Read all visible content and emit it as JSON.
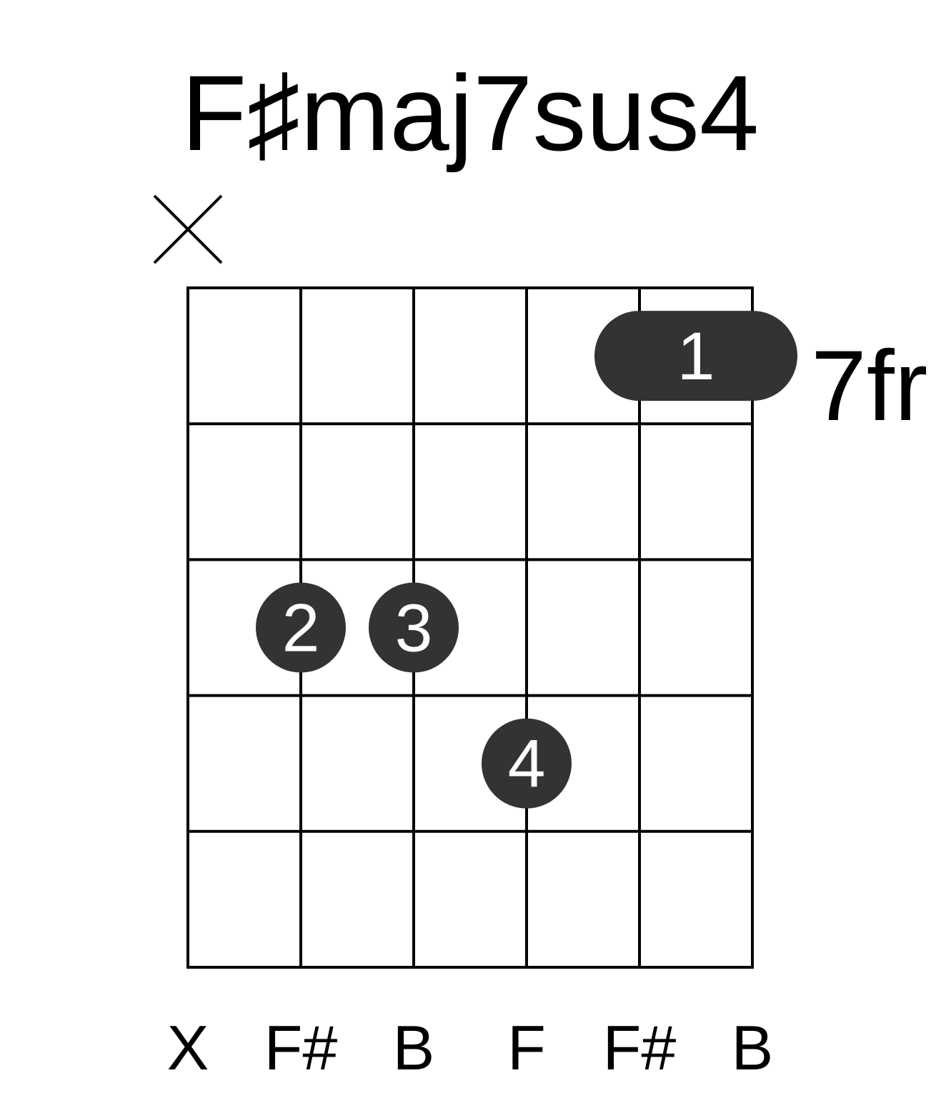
{
  "chord": {
    "name": "F♯maj7sus4",
    "fret_label": "7fr"
  },
  "colors": {
    "ink": "#000000",
    "dot": "#333333",
    "dot_text": "#ffffff",
    "background": "#ffffff"
  },
  "strings": [
    {
      "index": 1,
      "marker": "muted",
      "note": "X"
    },
    {
      "index": 2,
      "marker": "fretted",
      "note": "F#"
    },
    {
      "index": 3,
      "marker": "fretted",
      "note": "B"
    },
    {
      "index": 4,
      "marker": "fretted",
      "note": "F"
    },
    {
      "index": 5,
      "marker": "fretted",
      "note": "F#"
    },
    {
      "index": 6,
      "marker": "fretted",
      "note": "B"
    }
  ],
  "frets_shown": 5,
  "barre": {
    "finger": "1",
    "fret": 1,
    "from_string": 5,
    "to_string": 6
  },
  "fingers": [
    {
      "finger": "2",
      "string": 2,
      "fret": 3
    },
    {
      "finger": "3",
      "string": 3,
      "fret": 3
    },
    {
      "finger": "4",
      "string": 4,
      "fret": 4
    }
  ]
}
